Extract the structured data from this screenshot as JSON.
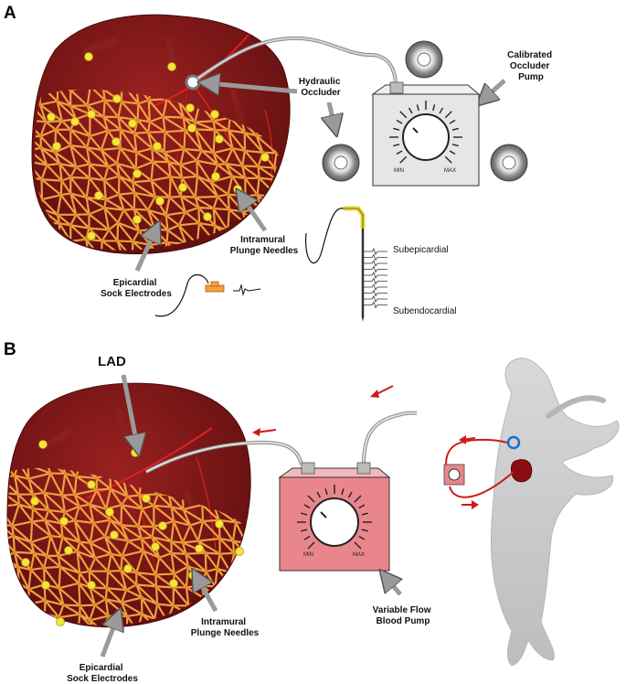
{
  "panels": {
    "a": {
      "letter": "A",
      "labels": {
        "hydraulic_occluder": [
          "Hydraulic",
          "Occluder"
        ],
        "occluder_pump": [
          "Calibrated",
          "Occluder",
          "Pump"
        ],
        "plunge_needles": [
          "Intramural",
          "Plunge Needles"
        ],
        "sock_electrodes": [
          "Epicardial",
          "Sock Electrodes"
        ],
        "subepicardial": "Subepicardial",
        "subendocardial": "Subendocardial",
        "dial_min": "MIN",
        "dial_max": "MAX"
      }
    },
    "b": {
      "letter": "B",
      "labels": {
        "lad": "LAD",
        "blood_pump": [
          "Variable Flow",
          "Blood Pump"
        ],
        "plunge_needles": [
          "Intramural",
          "Plunge Needles"
        ],
        "sock_electrodes": [
          "Epicardial",
          "Sock Electrodes"
        ],
        "dial_min": "MIN",
        "dial_max": "MAX"
      }
    }
  },
  "colors": {
    "heart": "#7a1616",
    "heart_dark": "#5a0e0e",
    "mesh": "#f0a040",
    "electrode": "#f5e43a",
    "artery": "#e0201c",
    "pump_a": "#e6e6e6",
    "pump_b": "#e8868c",
    "dog": "#c9cacb",
    "arrow": "#9a9a9a",
    "flow_arrow": "#cc1a1a"
  }
}
